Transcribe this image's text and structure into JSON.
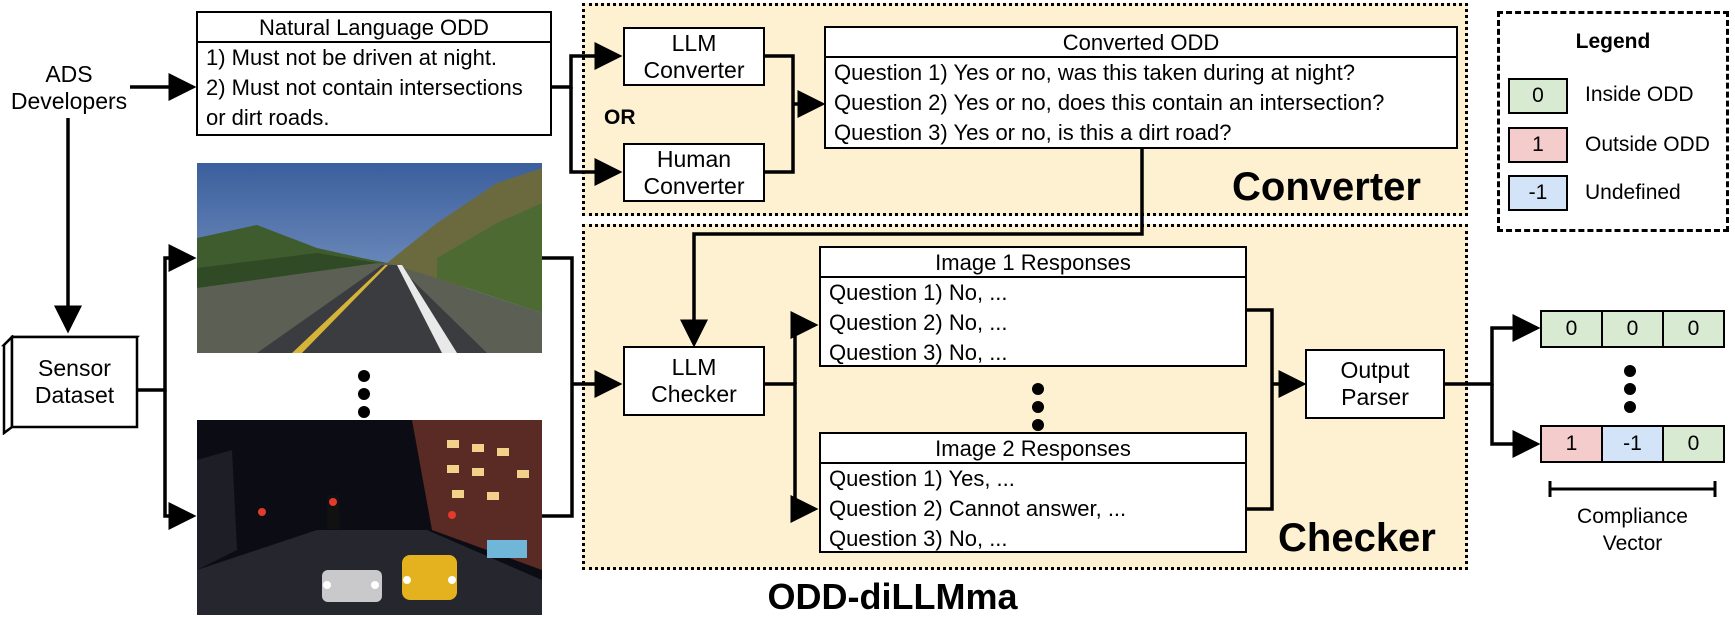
{
  "actors": {
    "developers": "ADS\nDevelopers",
    "sensor_dataset": "Sensor\nDataset"
  },
  "nl_odd": {
    "title": "Natural Language ODD",
    "lines": [
      "1) Must not be driven at night.",
      "2) Must not contain intersections",
      "or dirt roads."
    ]
  },
  "converter": {
    "label": "Converter",
    "llm_converter": "LLM\nConverter",
    "or_label": "OR",
    "human_converter": "Human\nConverter",
    "converted_odd": {
      "title": "Converted ODD",
      "lines": [
        "Question 1) Yes or no, was this taken during at night?",
        "Question 2) Yes or no, does this contain an intersection?",
        "Question 3) Yes or no, is this a dirt road?"
      ]
    }
  },
  "checker": {
    "label": "Checker",
    "llm_checker": "LLM\nChecker",
    "output_parser": "Output\nParser",
    "image1": {
      "title": "Image 1 Responses",
      "lines": [
        "Question 1) No, ...",
        "Question 2) No, ...",
        "Question 3) No, ..."
      ]
    },
    "image2": {
      "title": "Image 2 Responses",
      "lines": [
        "Question 1) Yes, ...",
        "Question 2) Cannot answer, ...",
        "Question 3) No, ..."
      ]
    }
  },
  "legend": {
    "title": "Legend",
    "items": [
      {
        "value": "0",
        "label": "Inside ODD",
        "color": "#d9ead3"
      },
      {
        "value": "1",
        "label": "Outside ODD",
        "color": "#f4cccc"
      },
      {
        "value": "-1",
        "label": "Undefined",
        "color": "#d4e4f8"
      }
    ]
  },
  "compliance": {
    "label": "Compliance\nVector",
    "vector1": [
      "0",
      "0",
      "0"
    ],
    "vector2": [
      "1",
      "-1",
      "0"
    ]
  },
  "footer_title": "ODD-diLLMma"
}
